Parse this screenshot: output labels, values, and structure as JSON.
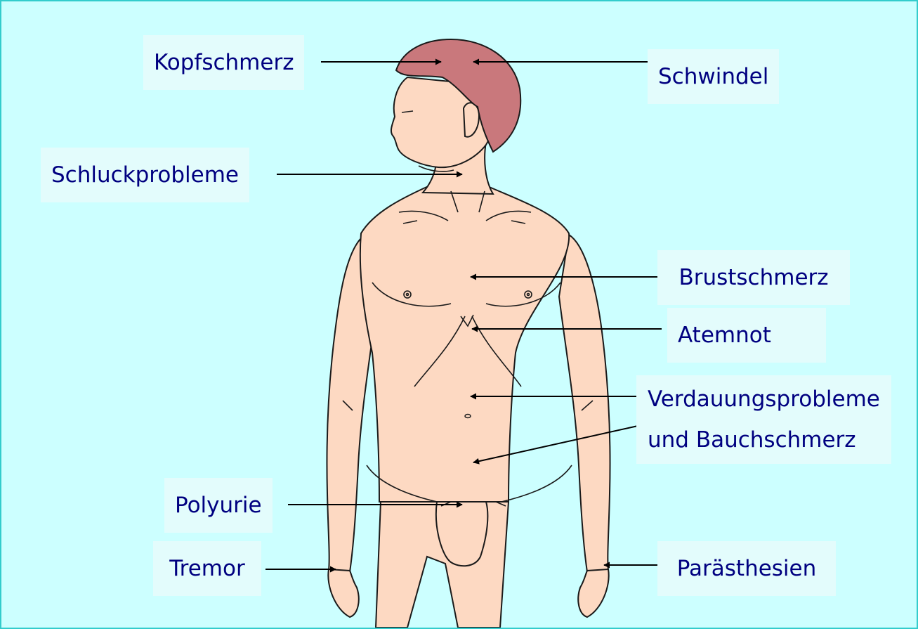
{
  "labels": {
    "kopfschmerz": "Kopfschmerz",
    "schwindel": "Schwindel",
    "schluckprobleme": "Schluckprobleme",
    "brustschmerz": "Brustschmerz",
    "atemnot": "Atemnot",
    "verdauung_line1": "Verdauungsprobleme",
    "verdauung_line2": "und Bauchschmerz",
    "polyurie": "Polyurie",
    "tremor": "Tremor",
    "parasthesien": "Parästhesien"
  },
  "colors": {
    "background": "#ccffff",
    "frame_border": "#33cccc",
    "label_box": "#e3fcfc",
    "label_text": "#000080",
    "skin": "#fdd9c2",
    "hair": "#c9787c",
    "outline": "#1a1a1a",
    "arrow": "#000000"
  }
}
